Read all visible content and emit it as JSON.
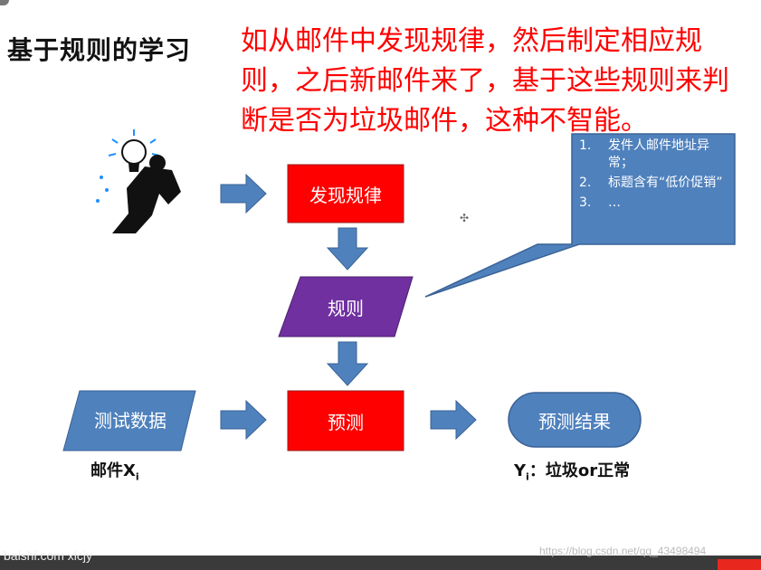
{
  "slide": {
    "title": "基于规则的学习",
    "annotation": "如从邮件中发现规律，然后制定相应规则，之后新邮件来了，基于这些规则来判断是否为垃圾邮件，这种不智能。"
  },
  "flow": {
    "discover": "发现规律",
    "rules": "规则",
    "test_data": "测试数据",
    "predict": "预测",
    "result": "预测结果"
  },
  "callout": {
    "items": [
      {
        "num": "1.",
        "text": "发件人邮件地址异常；"
      },
      {
        "num": "2.",
        "text": "标题含有“低价促销”"
      },
      {
        "num": "3.",
        "text": "…"
      }
    ]
  },
  "captions": {
    "input_prefix": "邮件X",
    "input_sub": "i",
    "output_prefix": "Y",
    "output_sub": "i",
    "output_rest": "：垃圾or正常"
  },
  "footer": {
    "source_text": "baishi.com xlcjy",
    "watermark": "https://blog.csdn.net/qq_43498494"
  },
  "colors": {
    "red_box": "#ff0000",
    "purple_box": "#7030a0",
    "blue_shape": "#4472c4",
    "arrow": "#4f81bd",
    "annotation": "#ff0000"
  },
  "icons": {
    "person": "person-with-lightbulb-icon"
  }
}
